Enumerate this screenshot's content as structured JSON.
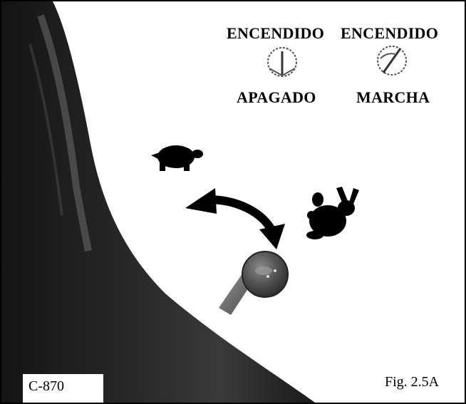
{
  "labels": {
    "on_left": "ENCENDIDO",
    "on_right": "ENCENDIDO",
    "off": "APAGADO",
    "run": "MARCHA",
    "code": "C-870",
    "figure": "Fig. 2.5A"
  },
  "icons": {
    "off_symbol": "power-off-icon",
    "run_symbol": "power-run-icon",
    "slow": "turtle-icon",
    "fast": "rabbit-icon",
    "direction": "curved-double-arrow-icon",
    "lever": "throttle-knob-icon"
  },
  "colors": {
    "background": "#ffffff",
    "body_dark": "#1c1c1c",
    "highlight": "#6b6b6b",
    "knob": "#4a4a4a"
  }
}
